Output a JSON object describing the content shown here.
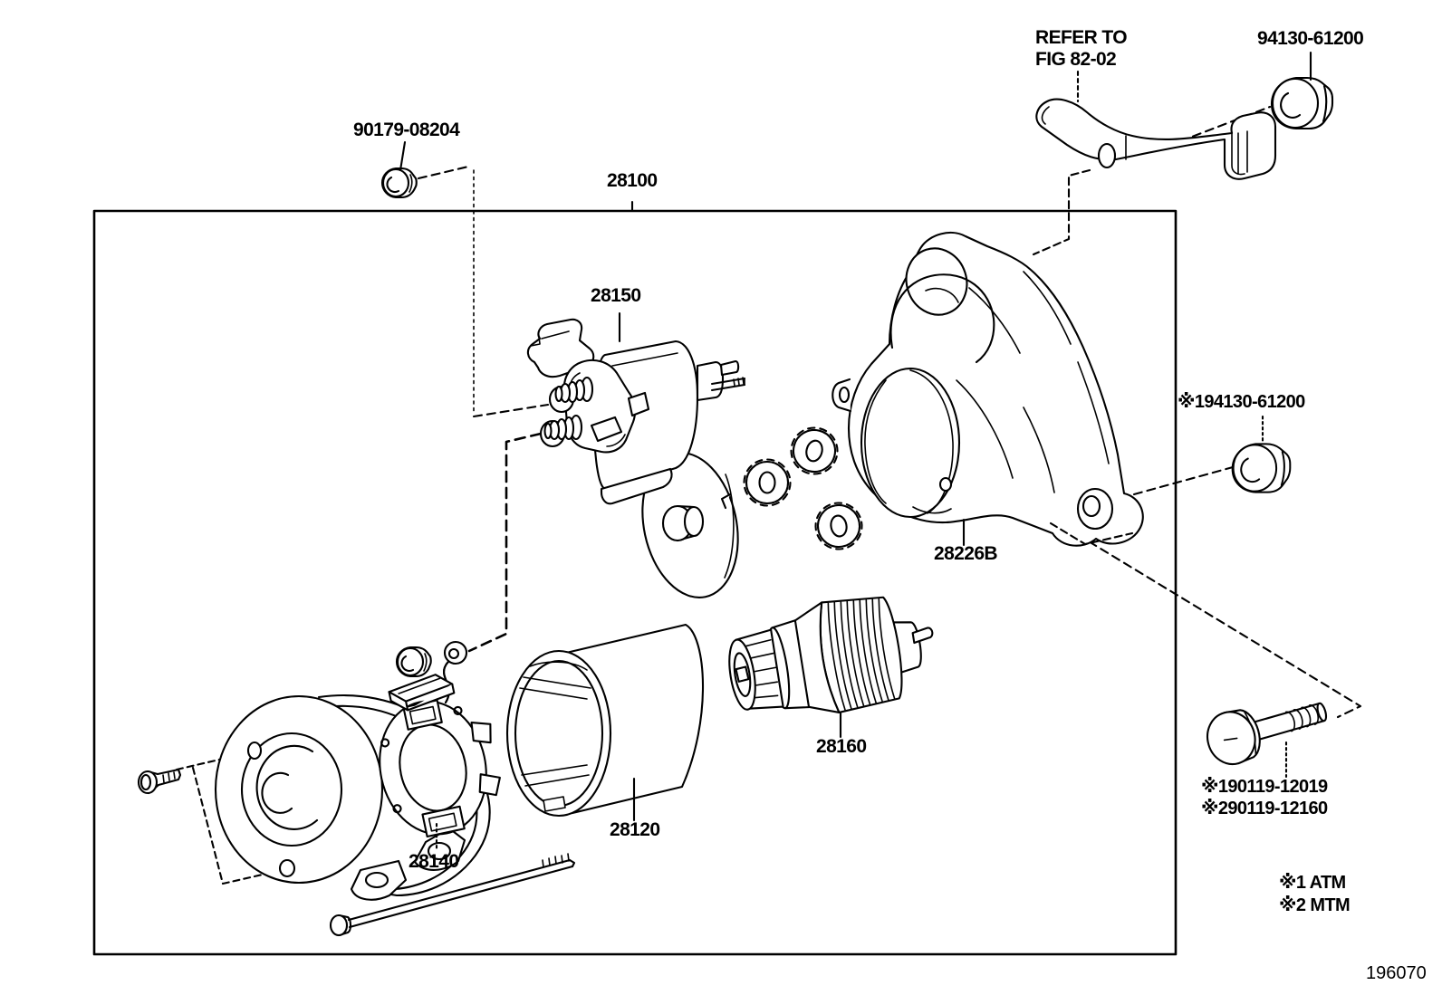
{
  "colors": {
    "ink": "#000000",
    "paper": "#ffffff"
  },
  "figure_code": "196070",
  "reference_note": {
    "line1": "REFER TO",
    "line2": "FIG 82-02"
  },
  "legend": {
    "item1": "※1 ATM",
    "item2": "※2 MTM"
  },
  "parts": {
    "starter_assembly": "28100",
    "magnetic_switch": "28150",
    "field_frame": "28120",
    "brush_holder": "28140",
    "starter_clutch": "28160",
    "starter_housing": "28226B",
    "terminal_nut": "90179-08204",
    "bracket_nut": "94130-61200",
    "housing_nut": "※194130-61200",
    "mount_bolt_atm": "※190119-12019",
    "mount_bolt_mtm": "※290119-12160"
  }
}
